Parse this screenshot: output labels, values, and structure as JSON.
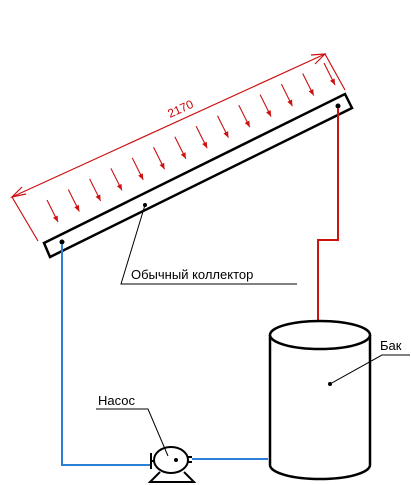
{
  "diagram": {
    "dimension_label": "2170",
    "collector_label": "Обычный коллектор",
    "tank_label": "Бак",
    "pump_label": "Насос"
  },
  "colors": {
    "hot_pipe": "#cc1111",
    "cold_pipe": "#2b7fd4",
    "sun_arrows": "#cc1111",
    "outline": "#000000"
  }
}
